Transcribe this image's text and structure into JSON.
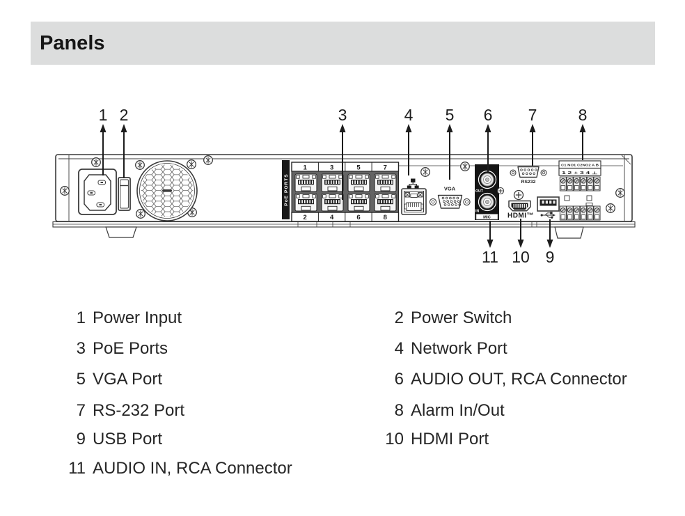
{
  "header": {
    "title": "Panels"
  },
  "diagram": {
    "callouts_top": [
      "1",
      "2",
      "3",
      "4",
      "5",
      "6",
      "7",
      "8"
    ],
    "callouts_bottom": [
      "11",
      "10",
      "9"
    ],
    "labels": {
      "poe": "PoE PORTS",
      "poe_top": [
        "1",
        "3",
        "5",
        "7"
      ],
      "poe_bottom": [
        "2",
        "4",
        "6",
        "8"
      ],
      "vga": "VGA",
      "rs232": "RS232",
      "out": "OUT",
      "in": "IN",
      "mic": "MIC",
      "hdmi": "HDMI™",
      "alarm_row1": "C1 NO1 C2NO2 A B",
      "alarm_row2": "1 2 + 3 4 ⊥"
    }
  },
  "legend": {
    "items": [
      {
        "n": "1",
        "label": "Power Input"
      },
      {
        "n": "2",
        "label": "Power Switch"
      },
      {
        "n": "3",
        "label": "PoE Ports"
      },
      {
        "n": "4",
        "label": "Network Port"
      },
      {
        "n": "5",
        "label": "VGA Port"
      },
      {
        "n": "6",
        "label": "AUDIO OUT, RCA Connector"
      },
      {
        "n": "7",
        "label": "RS-232 Port"
      },
      {
        "n": "8",
        "label": "Alarm In/Out"
      },
      {
        "n": "9",
        "label": "USB Port"
      },
      {
        "n": "10",
        "label": "HDMI Port"
      },
      {
        "n": "11",
        "label": "AUDIO IN, RCA Connector"
      }
    ]
  }
}
